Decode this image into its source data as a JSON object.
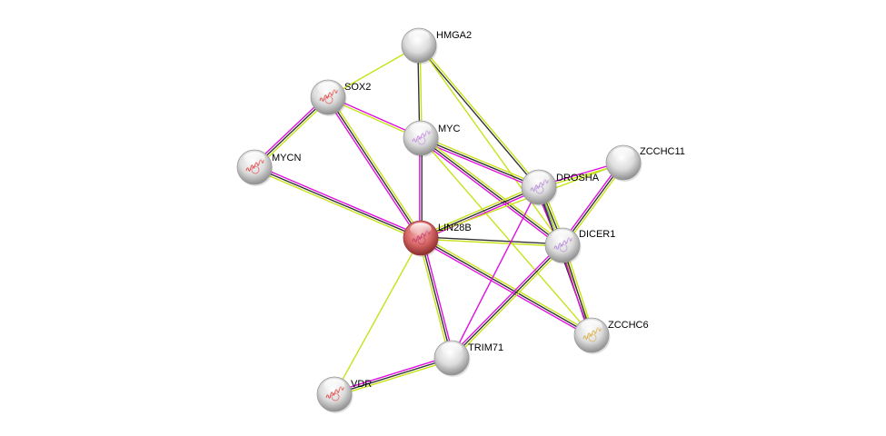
{
  "title": "Protein interaction network",
  "edge_colors": {
    "textmining": "#c8e21a",
    "coexpression": "#333333",
    "experiments": "#e010e0",
    "database": "#5b7de8"
  },
  "nodes": [
    {
      "id": "LIN28B",
      "label": "LIN28B",
      "query": true,
      "structure": "#c0336a"
    },
    {
      "id": "HMGA2",
      "label": "HMGA2",
      "structure": null
    },
    {
      "id": "SOX2",
      "label": "SOX2",
      "structure": "#e03a3a"
    },
    {
      "id": "MYC",
      "label": "MYC",
      "structure": "#c080e0"
    },
    {
      "id": "MYCN",
      "label": "MYCN",
      "structure": "#e03a3a"
    },
    {
      "id": "DROSHA",
      "label": "DROSHA",
      "structure": "#b080d8"
    },
    {
      "id": "ZCCHC11",
      "label": "ZCCHC11",
      "structure": null
    },
    {
      "id": "DICER1",
      "label": "DICER1",
      "structure": "#b080d8"
    },
    {
      "id": "ZCCHC6",
      "label": "ZCCHC6",
      "structure": "#d8a830"
    },
    {
      "id": "TRIM71",
      "label": "TRIM71",
      "structure": null
    },
    {
      "id": "VDR",
      "label": "VDR",
      "structure": "#e03a3a"
    }
  ],
  "edges": [
    {
      "a": "HMGA2",
      "b": "SOX2",
      "types": [
        "textmining"
      ]
    },
    {
      "a": "HMGA2",
      "b": "MYC",
      "types": [
        "textmining",
        "coexpression"
      ]
    },
    {
      "a": "HMGA2",
      "b": "DROSHA",
      "types": [
        "textmining",
        "coexpression"
      ]
    },
    {
      "a": "HMGA2",
      "b": "DICER1",
      "types": [
        "textmining"
      ]
    },
    {
      "a": "SOX2",
      "b": "MYCN",
      "types": [
        "textmining",
        "coexpression",
        "experiments"
      ]
    },
    {
      "a": "SOX2",
      "b": "MYC",
      "types": [
        "experiments",
        "textmining"
      ]
    },
    {
      "a": "SOX2",
      "b": "LIN28B",
      "types": [
        "textmining",
        "coexpression",
        "experiments"
      ]
    },
    {
      "a": "MYCN",
      "b": "LIN28B",
      "types": [
        "experiments",
        "coexpression",
        "textmining"
      ]
    },
    {
      "a": "MYC",
      "b": "LIN28B",
      "types": [
        "coexpression",
        "experiments"
      ]
    },
    {
      "a": "MYC",
      "b": "DROSHA",
      "types": [
        "textmining",
        "coexpression",
        "experiments"
      ]
    },
    {
      "a": "MYC",
      "b": "DICER1",
      "types": [
        "textmining",
        "coexpression",
        "experiments"
      ]
    },
    {
      "a": "MYC",
      "b": "ZCCHC6",
      "types": [
        "textmining"
      ]
    },
    {
      "a": "LIN28B",
      "b": "DROSHA",
      "types": [
        "textmining",
        "coexpression",
        "experiments"
      ]
    },
    {
      "a": "LIN28B",
      "b": "ZCCHC11",
      "types": [
        "textmining"
      ]
    },
    {
      "a": "LIN28B",
      "b": "DICER1",
      "types": [
        "coexpression",
        "textmining"
      ]
    },
    {
      "a": "LIN28B",
      "b": "ZCCHC6",
      "types": [
        "textmining",
        "coexpression",
        "experiments"
      ]
    },
    {
      "a": "LIN28B",
      "b": "TRIM71",
      "types": [
        "experiments",
        "coexpression",
        "textmining"
      ]
    },
    {
      "a": "LIN28B",
      "b": "VDR",
      "types": [
        "textmining"
      ]
    },
    {
      "a": "DROSHA",
      "b": "ZCCHC11",
      "types": [
        "experiments",
        "textmining"
      ]
    },
    {
      "a": "DROSHA",
      "b": "DICER1",
      "types": [
        "textmining",
        "coexpression",
        "database",
        "experiments"
      ]
    },
    {
      "a": "DROSHA",
      "b": "ZCCHC6",
      "types": [
        "textmining",
        "coexpression"
      ]
    },
    {
      "a": "DROSHA",
      "b": "TRIM71",
      "types": [
        "experiments"
      ]
    },
    {
      "a": "ZCCHC11",
      "b": "DICER1",
      "types": [
        "textmining",
        "coexpression",
        "experiments"
      ]
    },
    {
      "a": "DICER1",
      "b": "ZCCHC6",
      "types": [
        "textmining",
        "coexpression",
        "experiments"
      ]
    },
    {
      "a": "DICER1",
      "b": "TRIM71",
      "types": [
        "textmining",
        "coexpression",
        "experiments"
      ]
    },
    {
      "a": "TRIM71",
      "b": "VDR",
      "types": [
        "textmining",
        "coexpression",
        "experiments"
      ]
    }
  ]
}
